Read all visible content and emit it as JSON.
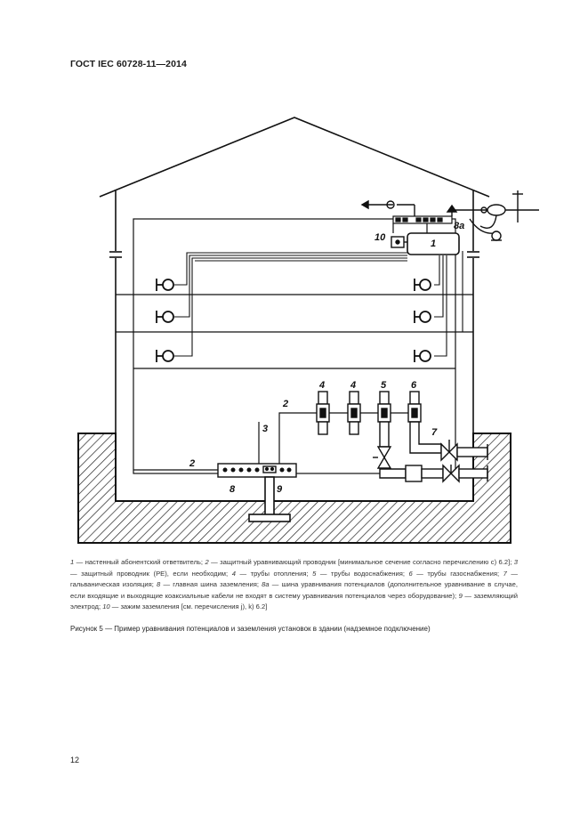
{
  "header": {
    "standard": "ГОСТ IEC 60728-11—2014"
  },
  "figure": {
    "labels": {
      "l1": "1",
      "l2a": "2",
      "l2b": "2",
      "l3": "3",
      "l4a": "4",
      "l4b": "4",
      "l5": "5",
      "l6": "6",
      "l7": "7",
      "l8": "8",
      "l8a": "8a",
      "l9": "9",
      "l10": "10"
    }
  },
  "legend": {
    "n1": "1",
    "t1": " — настенный абонентский ответвитель; ",
    "n2": "2",
    "t2": " — защитный уравнивающий проводник [минимальное сечение согласно перечислению с) 6.2]; ",
    "n3": "3",
    "t3": " — защитный проводник (PE), если необходим; ",
    "n4": "4",
    "t4": " — трубы отопления; ",
    "n5": "5",
    "t5": " — трубы водоснабжения; ",
    "n6": "6",
    "t6": " — трубы газоснабжения; ",
    "n7": "7",
    "t7": " — гальваническая изоляция; ",
    "n8": "8",
    "t8": " — главная шина заземления; ",
    "n8a": "8a",
    "t8a": " — шина уравнивания потенциалов (дополнительное уравнивание в случае, если входящие и выходящие коаксиальные кабели не входят в систему уравнивания потенциалов через оборудование); ",
    "n9": "9",
    "t9": " — заземляющий электрод; ",
    "n10": "10",
    "t10": " — зажим заземления [см. перечисления j), k) 6.2]"
  },
  "caption": "Рисунок  5 — Пример уравнивания потенциалов и заземления установок в здании (надземное подключение)",
  "page_number": "12"
}
